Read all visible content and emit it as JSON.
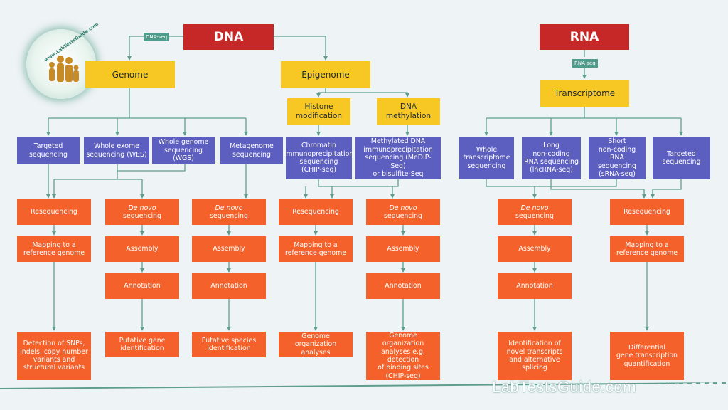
{
  "watermark": "LabTestsGuide.com",
  "logo": {
    "text": "www.LabTestsGuide.com"
  },
  "tags": {
    "dna_seq": "DNA-seq",
    "rna_seq": "RNA-seq"
  },
  "dna": {
    "title": "DNA",
    "genome": "Genome",
    "epigenome": "Epigenome",
    "histone_modification": "Histone\nmodification",
    "dna_methylation": "DNA\nmethylation",
    "methods": {
      "targeted": "Targeted\nsequencing",
      "wes": "Whole exome\nsequencing (WES)",
      "wgs": "Whole genome\nsequencing (WGS)",
      "metagenome": "Metagenome\nsequencing",
      "chip": "Chromatin\nimmunoprecipitation\nsequencing\n(CHIP-seq)",
      "medip": "Methylated DNA\nimmunoprecipitation\nsequencing (MeDIP-Seq)\nor bisulfite-Seq"
    },
    "col1": {
      "step1": "Resequencing",
      "step2": "Mapping to a\nreference genome",
      "result": "Detection of SNPs,\nindels, copy number\nvariants and\nstructural variants"
    },
    "col2": {
      "step1_italic": "De novo",
      "step1_rest": "sequencing",
      "step2": "Assembly",
      "step3": "Annotation",
      "result": "Putative gene\nidentification"
    },
    "col3": {
      "step1_italic": "De novo",
      "step1_rest": "sequencing",
      "step2": "Assembly",
      "step3": "Annotation",
      "result": "Putative species\nidentification"
    },
    "col4": {
      "step1": "Resequencing",
      "step2": "Mapping to a\nreference genome",
      "result": "Genome organization\nanalyses"
    },
    "col5": {
      "step1_italic": "De novo",
      "step1_rest": "sequencing",
      "step2": "Assembly",
      "step3": "Annotation",
      "result": "Genome organization\nanalyses e.g. detection\nof binding sites\n(CHIP-seq)"
    }
  },
  "rna": {
    "title": "RNA",
    "transcriptome": "Transcriptome",
    "methods": {
      "whole_transcriptome": "Whole\ntranscriptome\nsequencing",
      "lncrna": "Long\nnon-coding\nRNA sequencing\n(lncRNA-seq)",
      "srna": "Short\nnon-coding\nRNA sequencing\n(sRNA-seq)",
      "targeted": "Targeted\nsequencing"
    },
    "col1": {
      "step1_italic": "De novo",
      "step1_rest": "sequencing",
      "step2": "Assembly",
      "step3": "Annotation",
      "result": "Identification of\nnovel transcripts\nand alternative\nsplicing"
    },
    "col2": {
      "step1": "Resequencing",
      "step2": "Mapping to a\nreference genome",
      "result": "Differential\ngene transcription\nquantification"
    }
  },
  "colors": {
    "red": "#c62828",
    "yellow": "#f7c823",
    "purple": "#5d5fc0",
    "orange": "#f4612a",
    "line": "#5f9e8e",
    "background": "#eef3f5"
  }
}
